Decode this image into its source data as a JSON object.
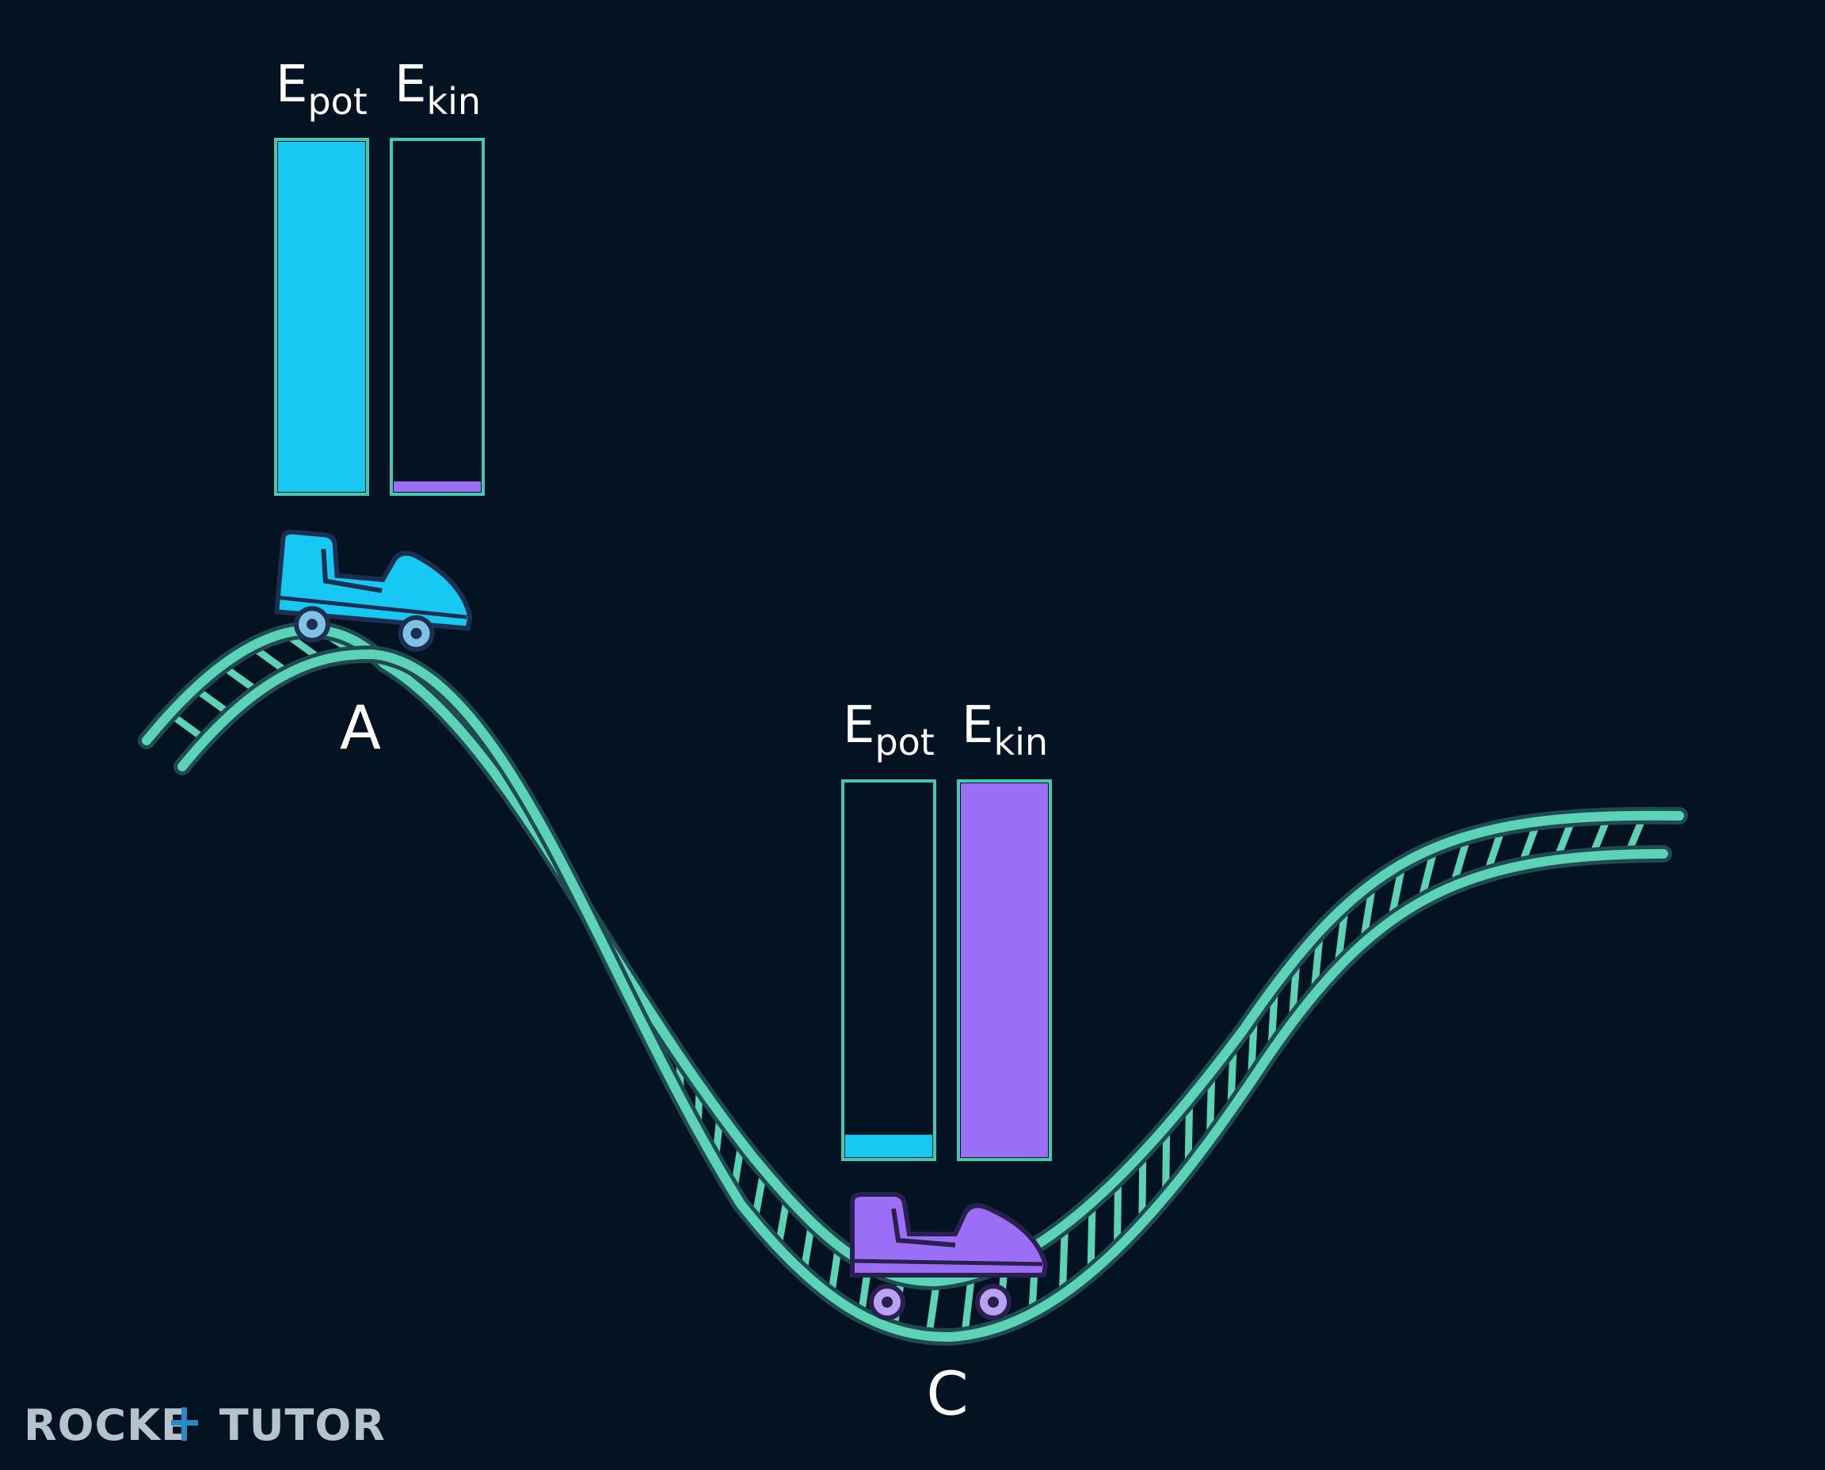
{
  "colors": {
    "background": "#031322",
    "track": "#5cd3b4",
    "track_outline": "#1f4a52",
    "potential": "#16c8f2",
    "kinetic": "#9a6ff5",
    "bar_frame": "#49c7ae",
    "label": "#ffffff",
    "logo": "#b7c2cc",
    "logo_accent": "#2a87c9"
  },
  "points": [
    {
      "label": "A",
      "cart_color": "potential",
      "epot_label": {
        "base": "E",
        "sub": "pot"
      },
      "ekin_label": {
        "base": "E",
        "sub": "kin"
      },
      "epot_level": 1.0,
      "ekin_level": 0.03
    },
    {
      "label": "C",
      "cart_color": "kinetic",
      "epot_label": {
        "base": "E",
        "sub": "pot"
      },
      "ekin_label": {
        "base": "E",
        "sub": "kin"
      },
      "epot_level": 0.06,
      "ekin_level": 1.0
    }
  ],
  "logo": {
    "part1": "ROCKE",
    "part2": "TUTO",
    "part3": "R"
  }
}
